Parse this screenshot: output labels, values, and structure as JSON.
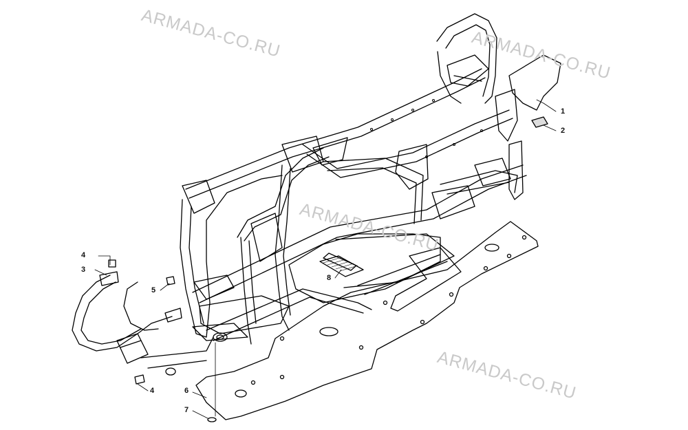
{
  "watermark_text": "ARMADA-CO.RU",
  "callouts": [
    "1",
    "2",
    "3",
    "4",
    "5",
    "4",
    "6",
    "7",
    "8"
  ],
  "line_color": "#000000",
  "watermark_color": "#c9c9c9"
}
